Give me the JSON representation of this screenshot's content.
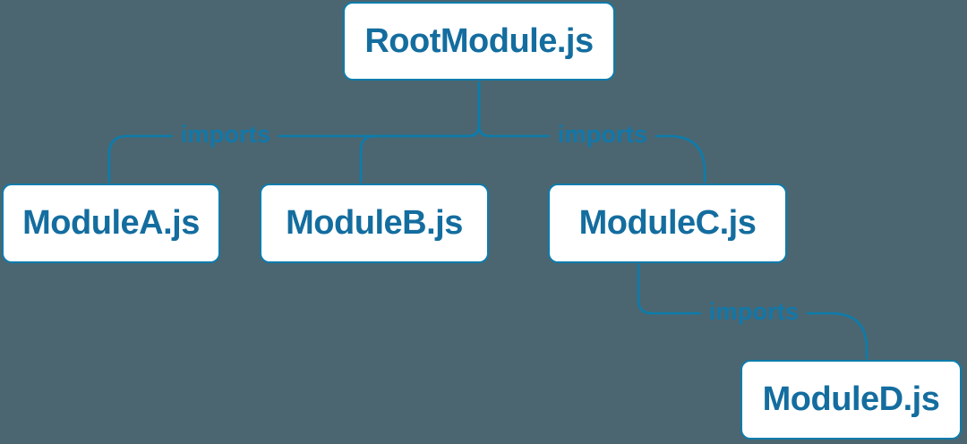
{
  "diagram": {
    "type": "module-dependency-tree",
    "nodes": [
      {
        "id": "root",
        "label": "RootModule.js"
      },
      {
        "id": "moduleA",
        "label": "ModuleA.js"
      },
      {
        "id": "moduleB",
        "label": "ModuleB.js"
      },
      {
        "id": "moduleC",
        "label": "ModuleC.js"
      },
      {
        "id": "moduleD",
        "label": "ModuleD.js"
      }
    ],
    "edges": [
      {
        "from": "RootModule.js",
        "to": "ModuleA.js",
        "label": "imports"
      },
      {
        "from": "RootModule.js",
        "to": "ModuleB.js",
        "label": ""
      },
      {
        "from": "RootModule.js",
        "to": "ModuleC.js",
        "label": "imports"
      },
      {
        "from": "ModuleC.js",
        "to": "ModuleD.js",
        "label": "imports"
      }
    ],
    "colors": {
      "background": "#4b6670",
      "line": "#0d7cac",
      "node_background": "#ffffff",
      "node_border": "#0d7cac",
      "node_text": "#146d9f",
      "edge_label_text": "#1277a9"
    }
  }
}
